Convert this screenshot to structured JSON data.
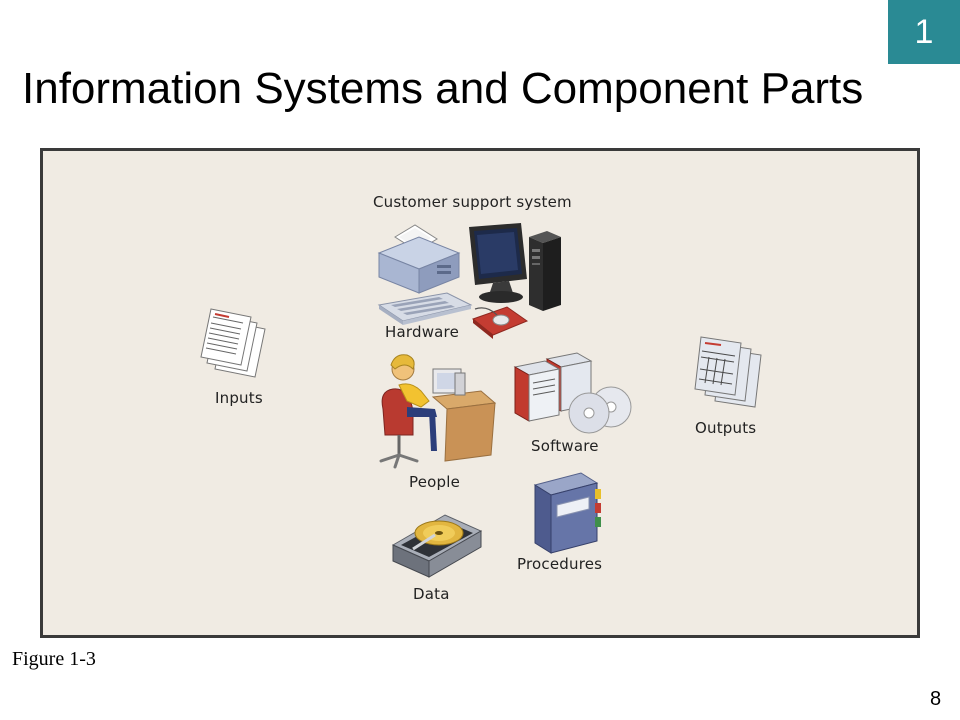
{
  "chapter": "1",
  "title": "Information Systems and Component Parts",
  "diagram": {
    "system_label": "Customer support system",
    "components": {
      "hardware": "Hardware",
      "software": "Software",
      "people": "People",
      "procedures": "Procedures",
      "data": "Data"
    },
    "inputs_label": "Inputs",
    "outputs_label": "Outputs",
    "icons": [
      "printer-icon",
      "computer-monitor-icon",
      "tower-pc-icon",
      "keyboard-icon",
      "mouse-icon",
      "input-documents-icon",
      "output-documents-icon",
      "person-at-desk-icon",
      "software-boxes-icon",
      "cd-discs-icon",
      "procedures-binder-icon",
      "hard-drive-icon"
    ]
  },
  "caption": "Figure 1-3",
  "page_number": "8"
}
